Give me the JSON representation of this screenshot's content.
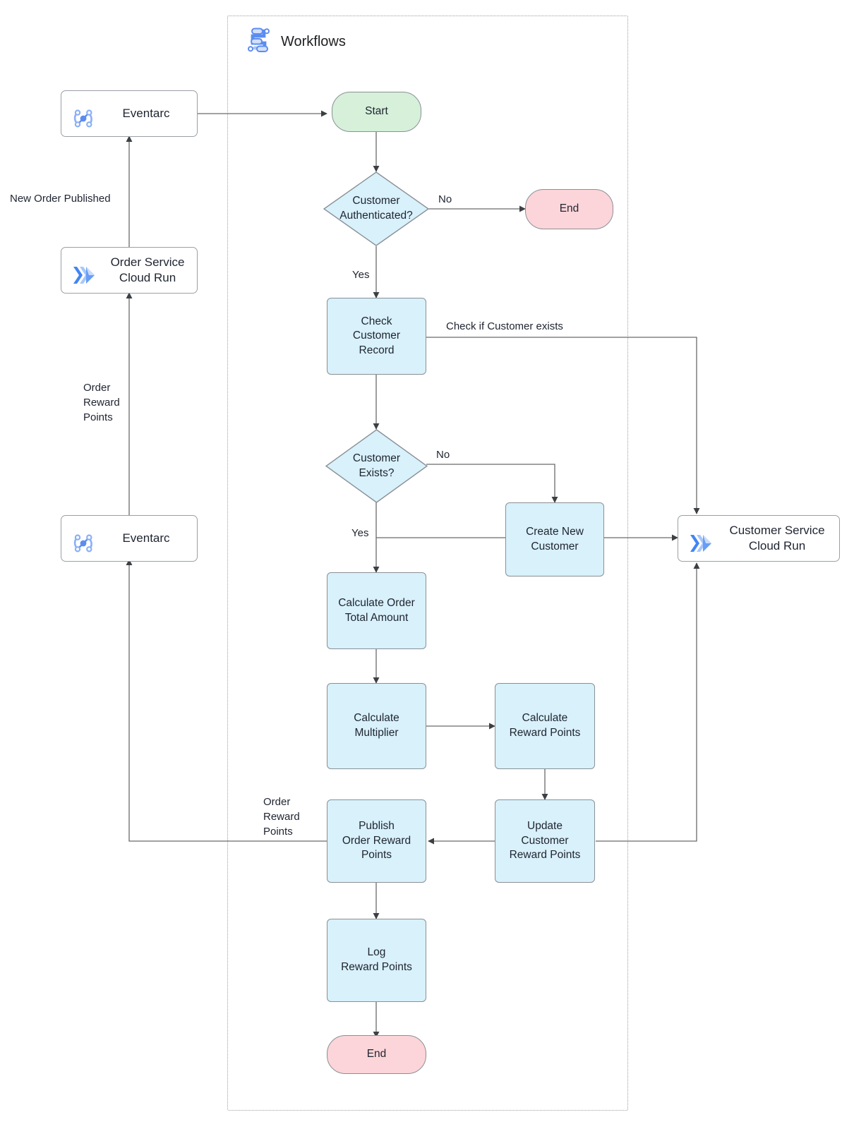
{
  "container": {
    "title": "Workflows",
    "icon": "workflows-icon"
  },
  "services": [
    {
      "id": "eventarc-top",
      "label": "Eventarc",
      "icon": "eventarc-icon"
    },
    {
      "id": "order-service",
      "label": "Order Service\nCloud Run",
      "icon": "cloud-run-icon"
    },
    {
      "id": "eventarc-bottom",
      "label": "Eventarc",
      "icon": "eventarc-icon"
    },
    {
      "id": "customer-service",
      "label": "Customer Service\nCloud Run",
      "icon": "cloud-run-icon"
    }
  ],
  "nodes": {
    "start": "Start",
    "end_no_auth": "End",
    "end_final": "End",
    "customer_authenticated": "Customer\nAuthenticated?",
    "check_customer_record": "Check\nCustomer\nRecord",
    "customer_exists": "Customer\nExists?",
    "create_new_customer": "Create New\nCustomer",
    "calculate_order_total": "Calculate Order\nTotal Amount",
    "calculate_multiplier": "Calculate\nMultiplier",
    "calculate_reward_points": "Calculate\nReward Points",
    "update_customer_reward_points": "Update\nCustomer\nReward Points",
    "publish_order_reward_points": "Publish\nOrder Reward\nPoints",
    "log_reward_points": "Log\nReward Points"
  },
  "edge_labels": {
    "new_order_published": "New Order Published",
    "order_reward_points_left": "Order\nReward\nPoints",
    "order_reward_points_mid": "Order\nReward\nPoints",
    "auth_no": "No",
    "auth_yes": "Yes",
    "exists_no": "No",
    "exists_yes": "Yes",
    "check_if_customer_exists": "Check if Customer exists"
  },
  "colors": {
    "process_fill": "#d8f1fb",
    "start_fill": "#d6f0da",
    "end_fill": "#fbd5d9",
    "node_stroke": "#8a9096",
    "edge_stroke": "#4a4a4a",
    "container_stroke": "#9e9e9e",
    "gcp_blue_dark": "#4285f4",
    "gcp_blue_light": "#a7c7fa",
    "text": "#1f2430"
  }
}
